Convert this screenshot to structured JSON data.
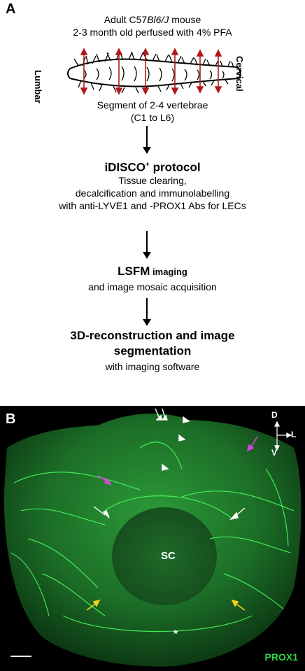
{
  "panel_a": {
    "label": "A",
    "line1_prefix": "Adult C57",
    "line1_italic": "Bl6/J",
    "line1_suffix": " mouse",
    "line2": "2-3 month old perfused with 4% PFA",
    "side_left": "Lumbar",
    "side_right": "Cervical",
    "segment_line1": "Segment of 2-4 vertebrae",
    "segment_line2": "(C1 to L6)",
    "step1_title_main": "iDISCO",
    "step1_title_sup": "+",
    "step1_title_rest": " protocol",
    "step1_line1": "Tissue clearing,",
    "step1_line2": "decalcification and immunolabelling",
    "step1_line3": "with anti-LYVE1 and -PROX1 Abs for LECs",
    "step2_title_main": "LSFM",
    "step2_title_small": " imaging",
    "step2_line1": "and image mosaic acquisition",
    "step3_title_line1": "3D-reconstruction and image",
    "step3_title_line2": "segmentation",
    "step3_line1": "with imaging software"
  },
  "panel_b": {
    "label": "B",
    "center_label": "SC",
    "marker_label": "PROX1",
    "marker_color": "#2fd646",
    "axis_d": "D",
    "axis_l": "L",
    "axis_v": "V",
    "asterisk": "*"
  },
  "colors": {
    "red_arrow": "#b01a1a",
    "tissue_green": "#1f7a2a",
    "magenta_arrow": "#e040e0",
    "yellow_arrow": "#f2d21c"
  }
}
